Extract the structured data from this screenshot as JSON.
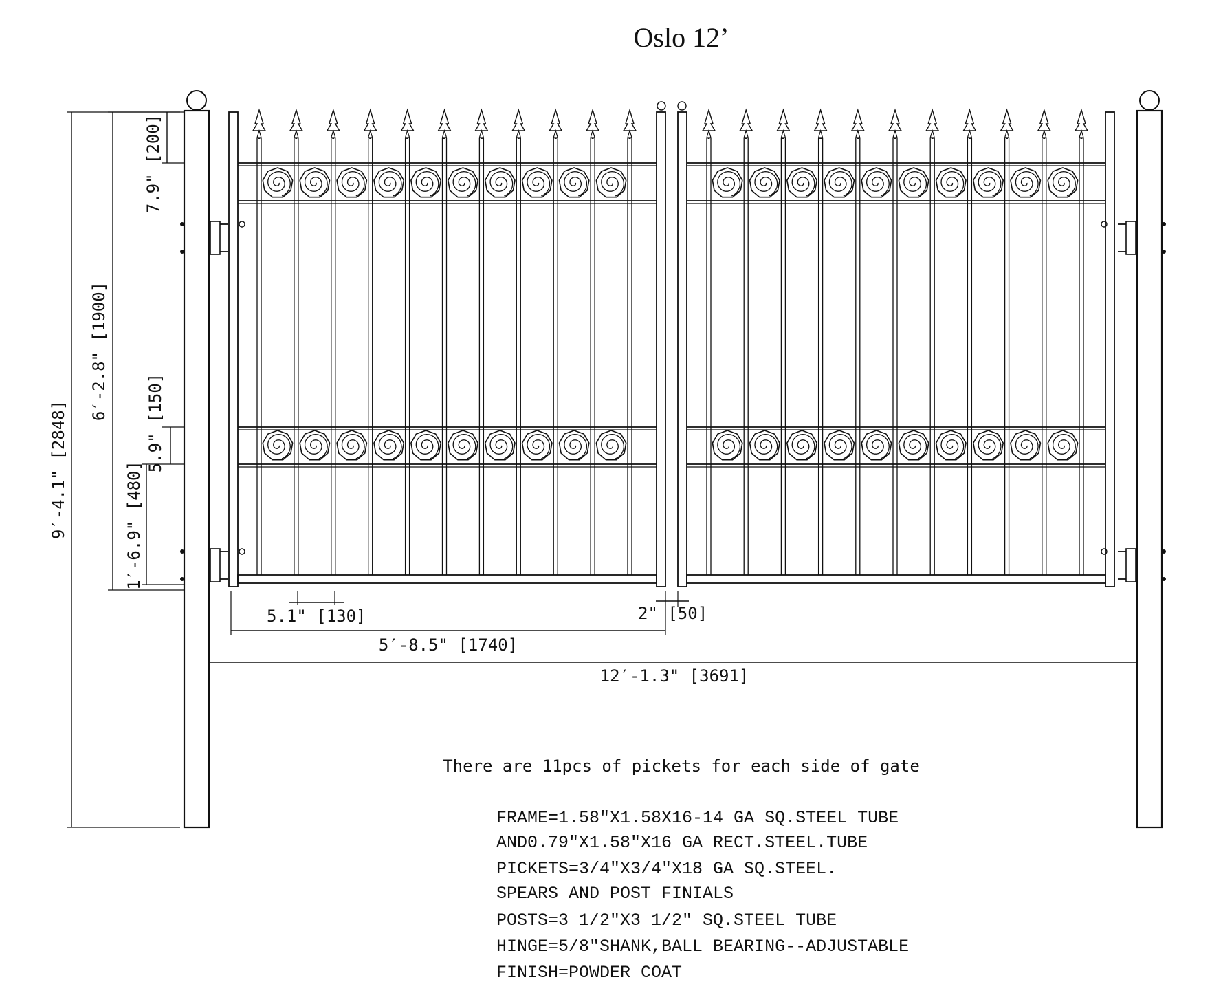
{
  "title": "Oslo 12’",
  "dimensions": {
    "overall_height": "9′-4.1\" [2848]",
    "gate_height": "6′-2.8\" [1900]",
    "spear_height": "7.9\" [200]",
    "scroll_band": "5.9\" [150]",
    "bottom_height": "1′-6.9\" [480]",
    "picket_spacing": "5.1\" [130]",
    "center_gap": "2\" [50]",
    "leaf_width": "5′-8.5\" [1740]",
    "overall_width": "12′-1.3\" [3691]"
  },
  "picket_note": "There are 11pcs of pickets for each side of gate",
  "specs": [
    "FRAME=1.58\"X1.58X16-14 GA SQ.STEEL TUBE",
    "AND0.79\"X1.58\"X16 GA RECT.STEEL.TUBE",
    "PICKETS=3/4\"X3/4\"X18 GA SQ.STEEL.",
    "SPEARS AND POST FINIALS",
    "POSTS=3 1/2\"X3 1/2\" SQ.STEEL TUBE",
    "HINGE=5/8\"SHANK,BALL BEARING--ADJUSTABLE",
    "FINISH=POWDER COAT"
  ],
  "pickets_per_side": 11,
  "scrolls_per_row": 10,
  "colors": {
    "ink": "#111111",
    "background": "#ffffff"
  }
}
